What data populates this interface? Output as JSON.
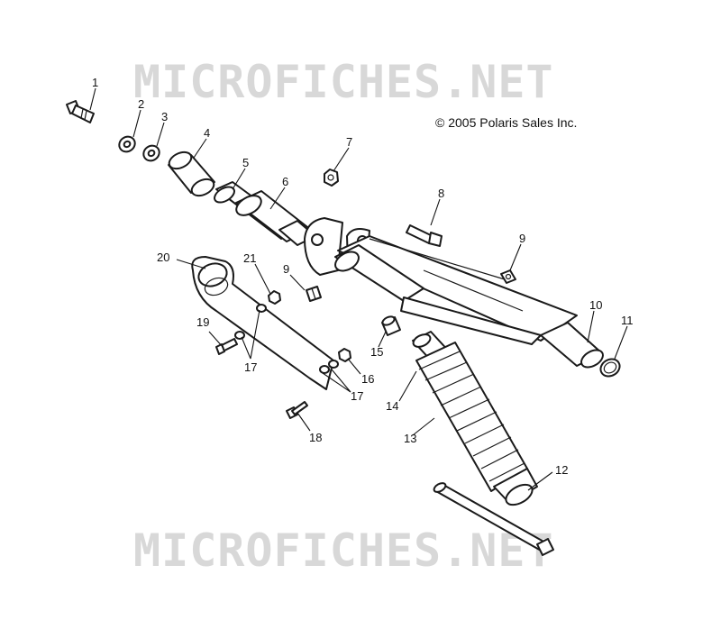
{
  "watermark": {
    "top": "MICROFICHES.NET",
    "bottom": "MICROFICHES.NET"
  },
  "copyright": "© 2005 Polaris Sales Inc.",
  "callouts": {
    "c1": "1",
    "c2": "2",
    "c3": "3",
    "c4": "4",
    "c5": "5",
    "c6": "6",
    "c7": "7",
    "c8": "8",
    "c9a": "9",
    "c9b": "9",
    "c10": "10",
    "c11": "11",
    "c12": "12",
    "c13": "13",
    "c14": "14",
    "c15": "15",
    "c16": "16",
    "c17a": "17",
    "c17b": "17",
    "c18": "18",
    "c19": "19",
    "c20": "20",
    "c21": "21"
  }
}
